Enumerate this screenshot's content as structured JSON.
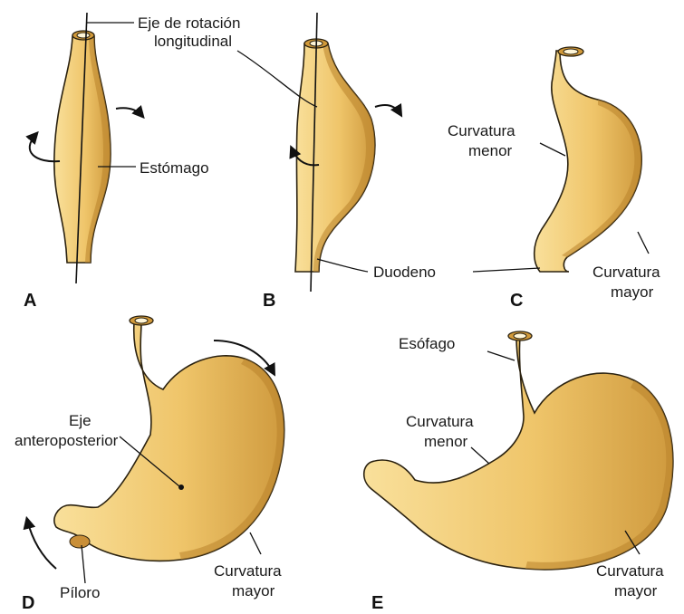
{
  "labels": {
    "eje_rotacion_1": "Eje de rotación",
    "eje_rotacion_2": "longitudinal",
    "estomago": "Estómago",
    "curv_menor_c_1": "Curvatura",
    "curv_menor_c_2": "menor",
    "duodeno": "Duodeno",
    "curv_mayor_c_1": "Curvatura",
    "curv_mayor_c_2": "mayor",
    "eje_ap_1": "Eje",
    "eje_ap_2": "anteroposterior",
    "curv_mayor_d_1": "Curvatura",
    "curv_mayor_d_2": "mayor",
    "piloro": "Píloro",
    "esofago": "Esófago",
    "curv_menor_e_1": "Curvatura",
    "curv_menor_e_2": "menor",
    "curv_mayor_e_1": "Curvatura",
    "curv_mayor_e_2": "mayor"
  },
  "panels": {
    "a": "A",
    "b": "B",
    "c": "C",
    "d": "D",
    "e": "E"
  },
  "colors": {
    "organ_light": "#f7d98b",
    "organ_mid": "#ecbd5e",
    "organ_dark": "#c48d33",
    "outline": "#2b2210"
  }
}
